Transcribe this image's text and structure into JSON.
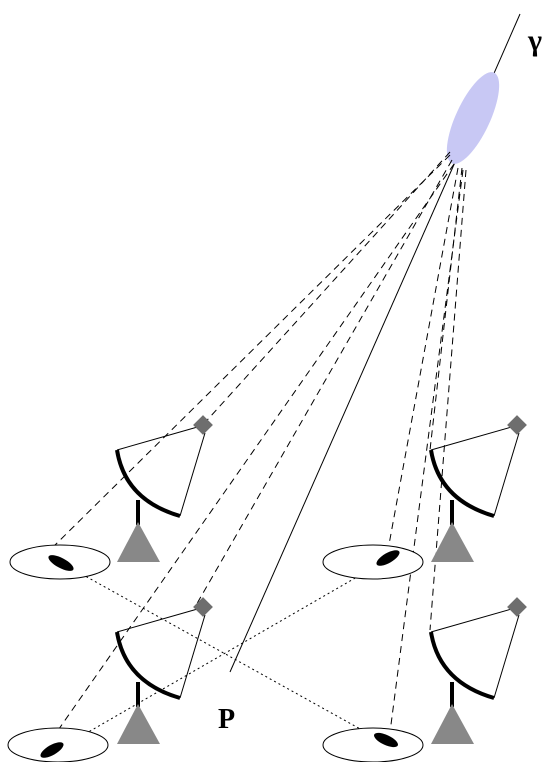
{
  "labels": {
    "gamma": "γ",
    "impact_point": "P"
  },
  "colors": {
    "shower": "#c8c8f4",
    "mount": "#888888",
    "camera": "#6e6e6e",
    "lines": "#000000"
  },
  "telescopes": [
    {
      "id": "top-left"
    },
    {
      "id": "top-right"
    },
    {
      "id": "bottom-left"
    },
    {
      "id": "bottom-right"
    }
  ],
  "camera_images": [
    {
      "id": "top-left"
    },
    {
      "id": "top-right"
    },
    {
      "id": "bottom-left"
    },
    {
      "id": "bottom-right"
    }
  ]
}
